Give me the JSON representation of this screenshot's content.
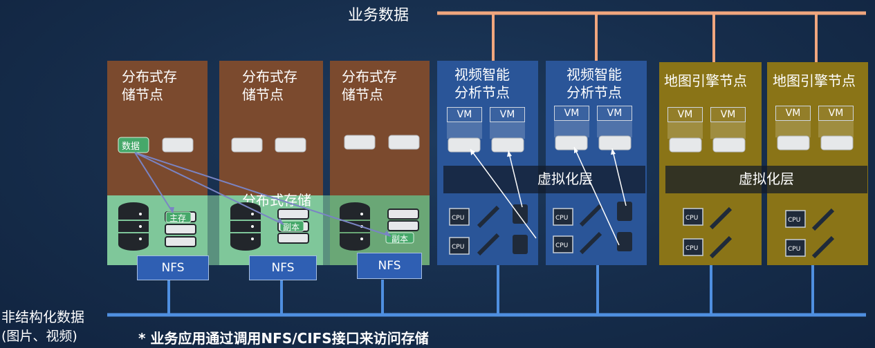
{
  "labels": {
    "business_data": "业务数据",
    "unstructured_line1": "非结构化数据",
    "unstructured_line2": "(图片、视频)",
    "note": "* 业务应用通过调用NFS/CIFS接口来访问存储",
    "distributed_storage": "分布式存储"
  },
  "storage_nodes": [
    {
      "title_line1": "分布式存",
      "title_line2": "储节点",
      "nfs": "NFS"
    },
    {
      "title_line1": "分布式存",
      "title_line2": "储节点",
      "nfs": "NFS"
    },
    {
      "title_line1": "分布式存",
      "title_line2": "储节点",
      "nfs": "NFS"
    }
  ],
  "video_nodes": [
    {
      "title_line1": "视频智能",
      "title_line2": "分析节点",
      "vm1": "VM",
      "vm2": "VM"
    },
    {
      "title_line1": "视频智能",
      "title_line2": "分析节点",
      "vm1": "VM",
      "vm2": "VM"
    }
  ],
  "map_nodes": [
    {
      "title": "地图引擎节点",
      "vm1": "VM",
      "vm2": "VM"
    },
    {
      "title": "地图引擎节点",
      "vm1": "VM",
      "vm2": "VM"
    }
  ],
  "virtualization": {
    "video_layer": "虚拟化层",
    "map_layer": "虚拟化层"
  },
  "tags": {
    "data": "数据",
    "primary": "主存",
    "replica1": "副本",
    "replica2": "副本"
  },
  "chip": "CPU",
  "colors": {
    "storage": "#7b4a2e",
    "storage_lower": "#7fc79a",
    "video": "#2a5598",
    "map": "#8a7417",
    "business_bus": "#f0a67e",
    "storage_bus": "#4f8fe0"
  }
}
